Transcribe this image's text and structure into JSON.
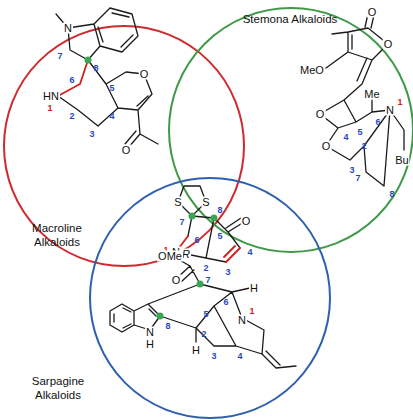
{
  "diagram": {
    "nodes": [
      {
        "text": [
          "Macroline Alkaloids"
        ]
      },
      {
        "text": [
          "Stemona Alkaloids"
        ]
      },
      {
        "text": [
          "Sarpagine Alkaloids"
        ]
      }
    ],
    "labels": [
      "N",
      "7",
      "8",
      "6",
      "5",
      "HN",
      "1",
      "2",
      "O",
      "4",
      "3",
      "O",
      "O",
      "O",
      "MeO",
      "O",
      "O",
      "Me",
      "N",
      "1",
      "Bu",
      "6",
      "5",
      "4",
      "3",
      "2",
      "7",
      "8",
      "S",
      "S",
      "7",
      "8",
      "O",
      "6",
      "5",
      "4",
      "1",
      "N",
      "R",
      "2",
      "3",
      "OMe",
      "O",
      "7",
      "6",
      "H",
      "5",
      "N",
      "1",
      "8",
      "2",
      "H",
      "N",
      "H",
      "3",
      "4"
    ]
  }
}
